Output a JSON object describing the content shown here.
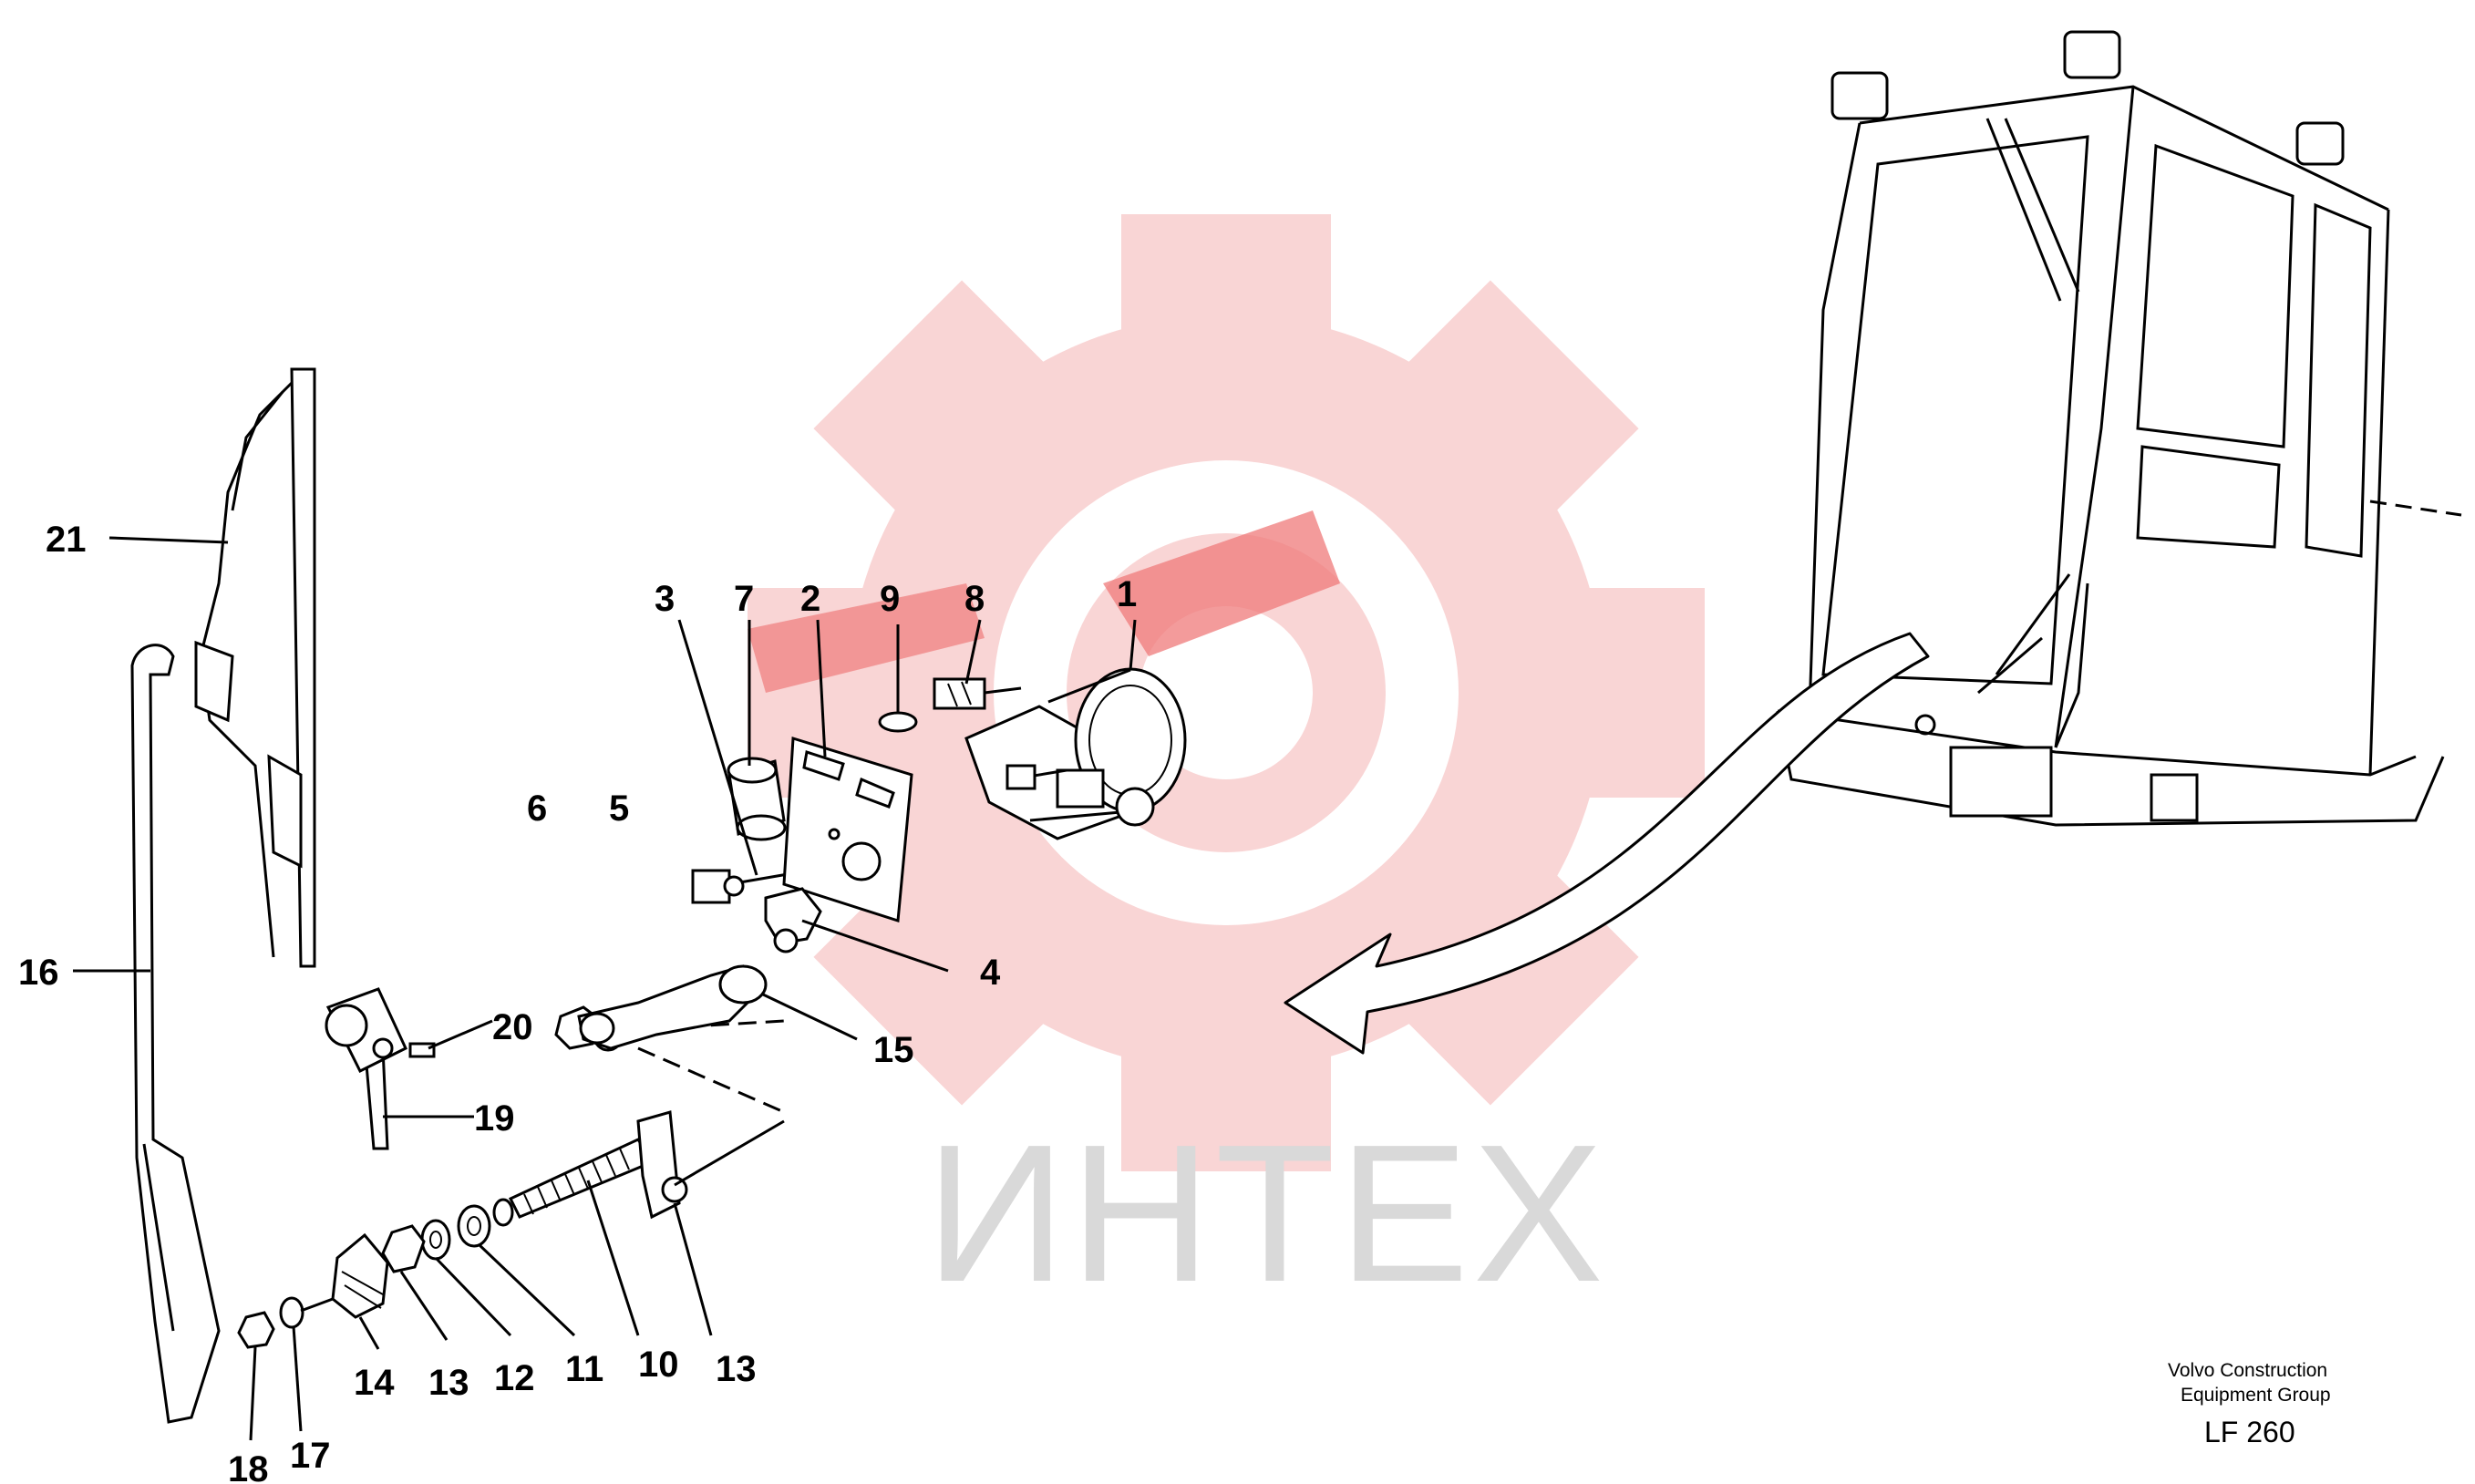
{
  "watermark": {
    "text": "ИНТЕХ",
    "gear_color": "#f9d5d5",
    "gear_accent": "#ef6f6f",
    "text_color": "#d9d9d9"
  },
  "footer": {
    "company_line1": "Volvo Construction",
    "company_line2": "Equipment Group",
    "model": "LF 260"
  },
  "callouts": [
    "21",
    "16",
    "3",
    "7",
    "2",
    "9",
    "8",
    "1",
    "6",
    "5",
    "4",
    "15",
    "20",
    "19",
    "10",
    "13",
    "14",
    "13",
    "12",
    "11",
    "18",
    "17"
  ]
}
